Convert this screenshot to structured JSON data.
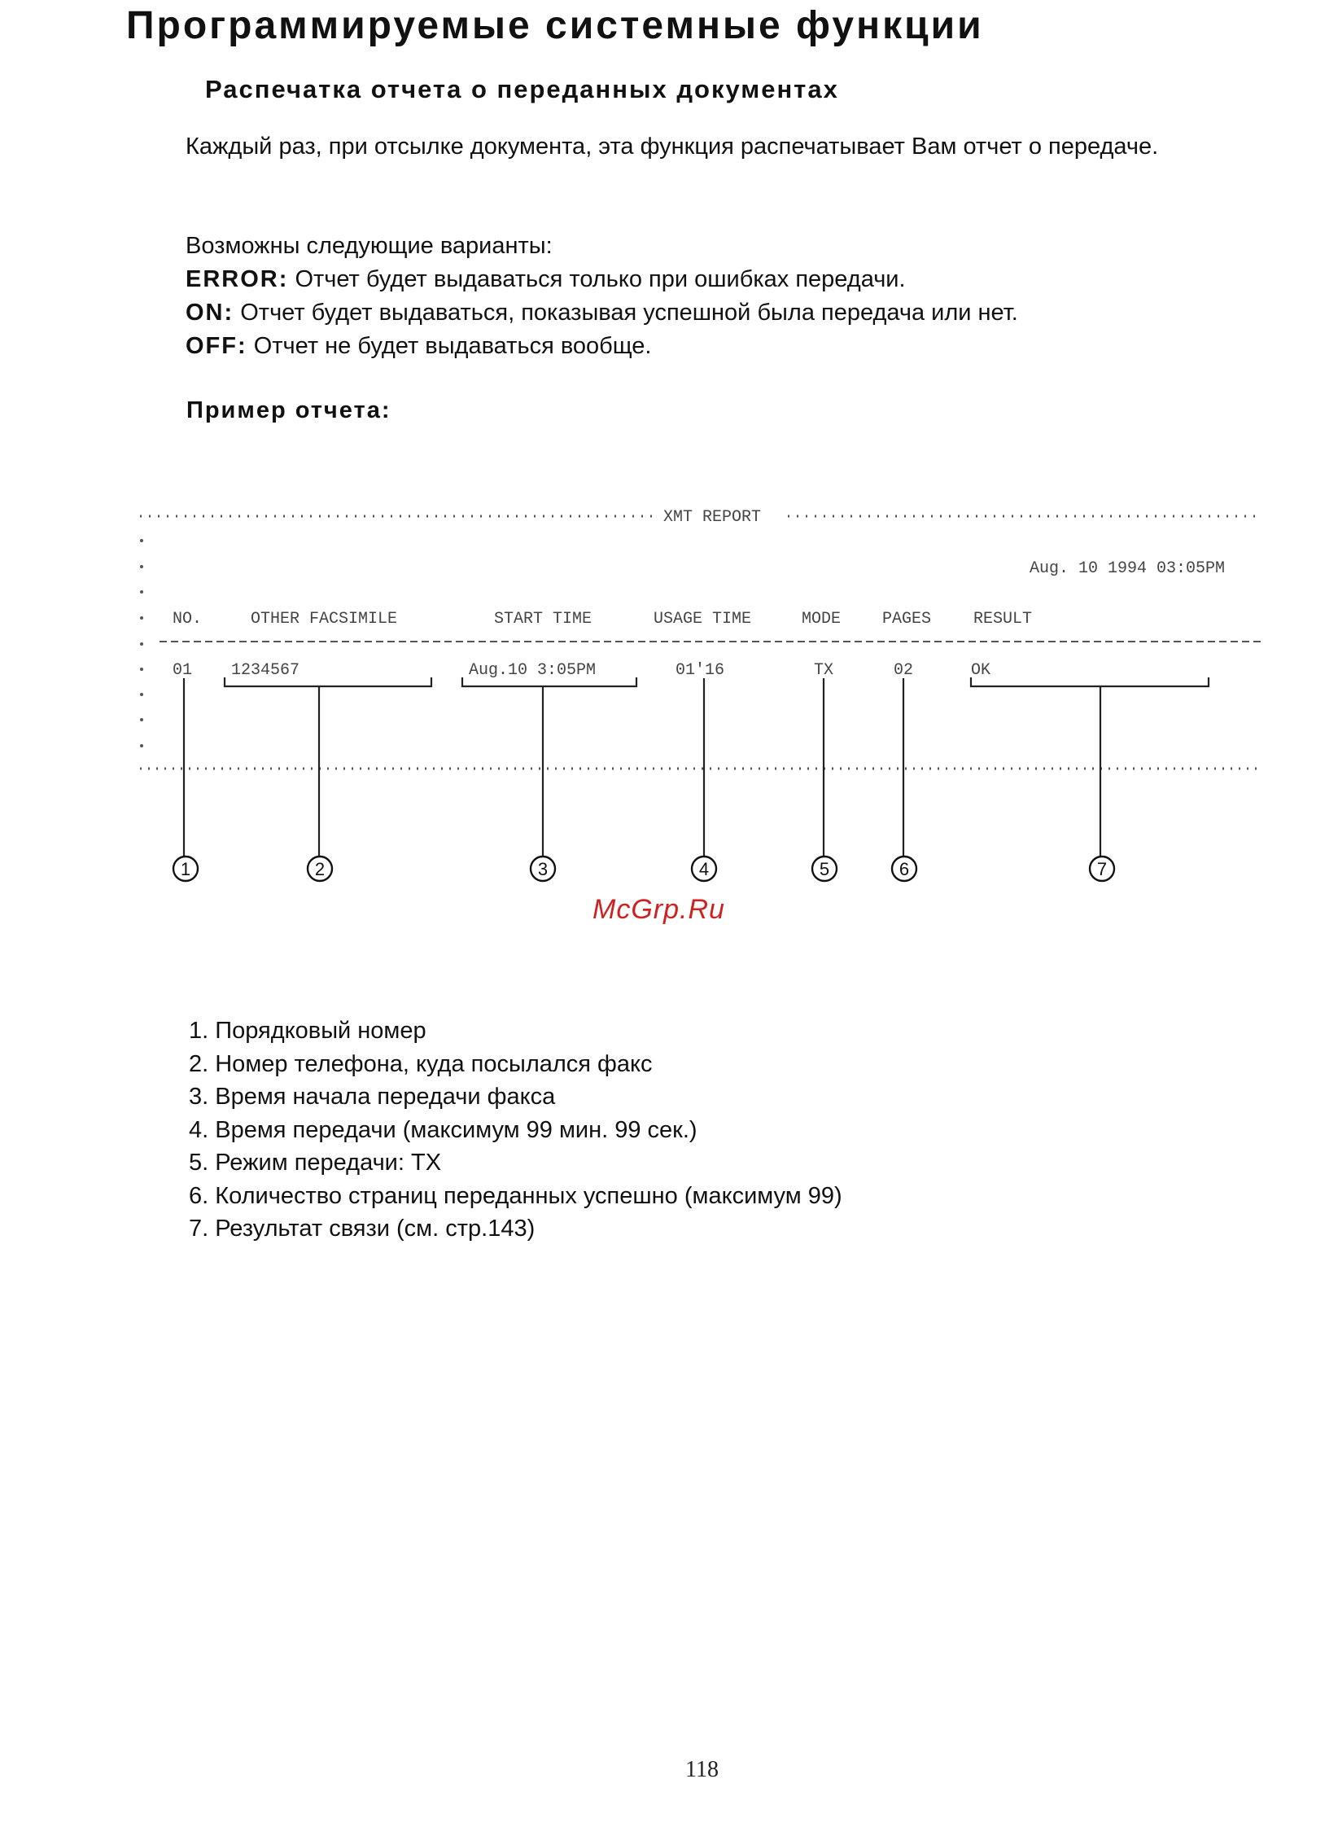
{
  "title": "Программируемые системные функции",
  "subtitle": "Распечатка отчета о переданных документах",
  "intro": "Каждый раз, при отсылке документа, эта функция распечатывает Вам отчет о передаче.",
  "options": {
    "heading": "Возможны следующие варианты:",
    "items": [
      {
        "key": "ERROR:",
        "text": " Отчет будет выдаваться только при ошибках передачи."
      },
      {
        "key": "ON:",
        "text": " Отчет будет выдаваться, показывая успешной была передача или нет."
      },
      {
        "key": "OFF:",
        "text": " Отчет не будет выдаваться вообще."
      }
    ]
  },
  "example_label": "Пример отчета:",
  "report": {
    "header": "XMT REPORT",
    "date": "Aug. 10 1994 03:05PM",
    "columns": [
      "NO.",
      "OTHER FACSIMILE",
      "START TIME",
      "USAGE TIME",
      "MODE",
      "PAGES",
      "RESULT"
    ],
    "row": {
      "no": "01",
      "other_facsimile": "1234567",
      "start_time": "Aug.10  3:05PM",
      "usage_time": "01'16",
      "mode": "TX",
      "pages": "02",
      "result": "OK"
    },
    "callouts": [
      "1",
      "2",
      "3",
      "4",
      "5",
      "6",
      "7"
    ]
  },
  "watermark": "McGrp.Ru",
  "legend": [
    "1. Порядковый номер",
    "2. Номер телефона, куда посылался факс",
    "3. Время начала передачи факса",
    "4. Время передачи (максимум 99 мин. 99 сек.)",
    "5. Режим передачи: TX",
    "6. Количество страниц переданных успешно (максимум 99)",
    "7. Результат связи (см. стр.143)"
  ],
  "page_number": "118"
}
